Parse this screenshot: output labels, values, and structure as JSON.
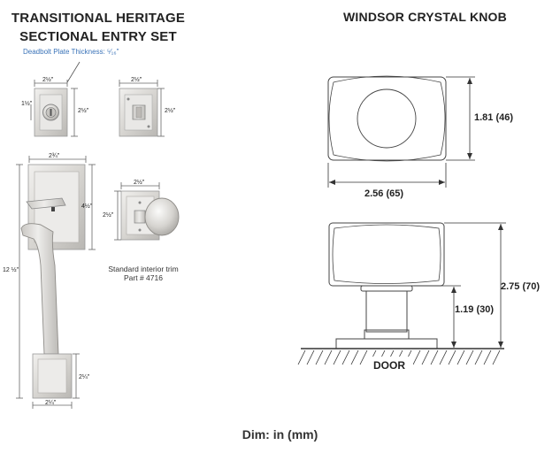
{
  "left": {
    "title_line1": "TRANSITIONAL HERITAGE",
    "title_line2": "SECTIONAL ENTRY SET",
    "plate_note": "Deadbolt Plate Thickness: ⁵⁄₁₆\"",
    "deadbolt_dims": {
      "width": "2½\"",
      "height": "2½\"",
      "cylinder_offset": "1½\""
    },
    "interior_plate_dims": {
      "width": "2½\"",
      "height": "2½\""
    },
    "handle_dims": {
      "top_width": "2¾\"",
      "thumb_height": "4½\"",
      "overall_height": "12 ½\"",
      "bottom_height": "2¼\"",
      "bottom_width": "2¼\""
    },
    "knob_rose_dims": {
      "width": "2½\"",
      "height": "2½\""
    },
    "trim_caption_line1": "Standard interior trim",
    "trim_caption_line2": "Part # 4716"
  },
  "right": {
    "title": "WINDSOR CRYSTAL KNOB",
    "top_view": {
      "height_label": "1.81 (46)",
      "width_label": "2.56 (65)"
    },
    "side_view": {
      "stem_label": "1.19 (30)",
      "overall_label": "2.75 (70)",
      "door_label": "DOOR"
    }
  },
  "footer": "Dim: in (mm)"
}
